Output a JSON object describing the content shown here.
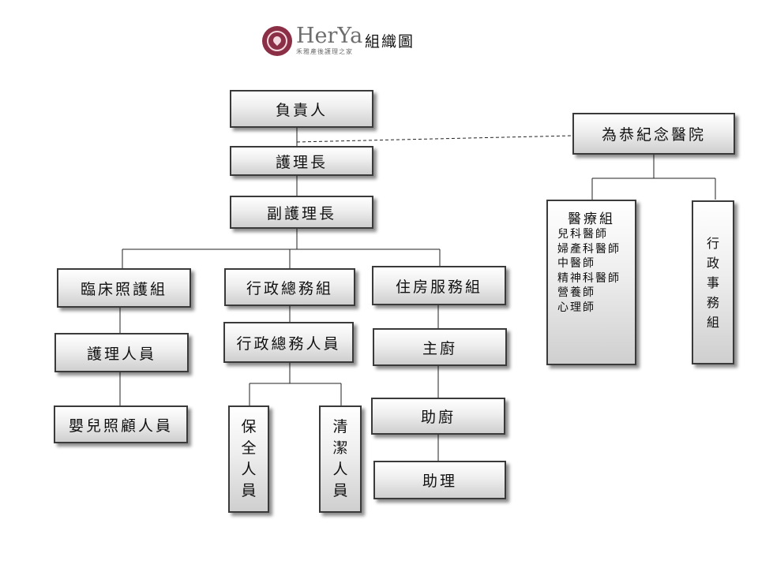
{
  "header": {
    "brand_name": "HerYa",
    "brand_tagline": "禾雅產後護理之家",
    "title": "組織圖"
  },
  "nodes": {
    "owner": "負責人",
    "head_nurse": "護理長",
    "deputy_head_nurse": "副護理長",
    "hospital": "為恭紀念醫院",
    "clinical_care_group": "臨床照護組",
    "admin_group": "行政總務組",
    "housing_group": "住房服務組",
    "nursing_staff": "護理人員",
    "infant_care_staff": "嬰兒照顧人員",
    "admin_staff": "行政總務人員",
    "head_chef": "主廚",
    "assistant_chef": "助廚",
    "assistant": "助理",
    "security_staff": [
      "保",
      "全",
      "人",
      "員"
    ],
    "cleaning_staff": [
      "清",
      "潔",
      "人",
      "員"
    ],
    "hospital_admin": [
      "行",
      "政",
      "事",
      "務",
      "組"
    ],
    "medical_group": {
      "title": "醫療組",
      "members": [
        "兒科醫師",
        "婦產科醫師",
        "中醫師",
        "精神科醫師",
        "營養師",
        "心理師"
      ]
    }
  }
}
